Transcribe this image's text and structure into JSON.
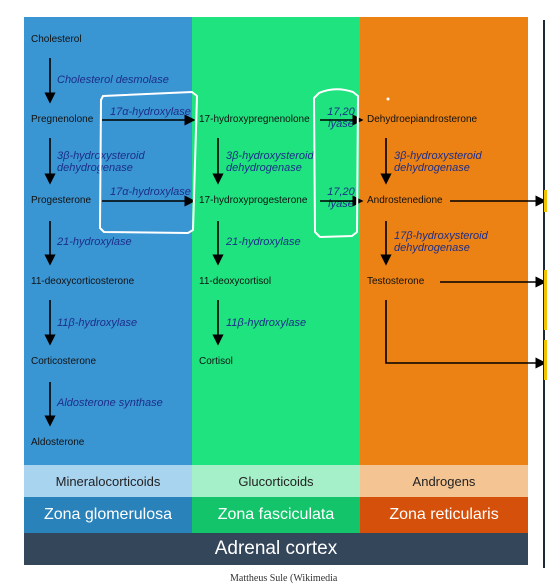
{
  "compounds": {
    "cholesterol": "Cholesterol",
    "pregnenolone": "Pregnenolone",
    "progesterone": "Progesterone",
    "deoxycorticosterone": "11-deoxycorticosterone",
    "corticosterone": "Corticosterone",
    "aldosterone": "Aldosterone",
    "hydroxypregnenolone": "17-hydroxypregnenolone",
    "hydroxyprogesterone": "17-hydroxyprogesterone",
    "deoxycortisol": "11-deoxycortisol",
    "cortisol": "Cortisol",
    "dhea": "Dehydroepiandrosterone",
    "androstenedione": "Androstenedione",
    "testosterone": "Testosterone"
  },
  "enzymes": {
    "desmolase": "Cholesterol desmolase",
    "hydroxylase17a_top": "17α-hydroxylase",
    "hydroxylase17a_bottom": "17α-hydroxylase",
    "hsd3b_1": "3β-hydroxysteroid dehydrogenase",
    "hsd3b_2": "3β-hydroxysteroid dehydrogenase",
    "hsd3b_3": "3β-hydroxysteroid dehydrogenase",
    "hydroxylase21_1": "21-hydroxylase",
    "hydroxylase21_2": "21-hydroxylase",
    "hydroxylase11b_1": "11β-hydroxylase",
    "hydroxylase11b_2": "11β-hydroxylase",
    "aldo_synthase": "Aldosterone synthase",
    "lyase_top": "17,20 lyase",
    "lyase_bottom": "17,20 lyase",
    "hsd17b": "17β-hydroxysteroid dehydrogenase"
  },
  "classes": {
    "mineral": "Mineralocorticoids",
    "gluco": "Glucorticoids",
    "andro": "Androgens"
  },
  "zones": {
    "mineral": "Zona glomerulosa",
    "gluco": "Zona fasciculata",
    "andro": "Zona reticularis"
  },
  "footer": {
    "title": "Adrenal cortex",
    "credit": "Mattheus Sule (Wikimedia"
  },
  "colors": {
    "mineral": "#3a95d3",
    "gluco": "#1ee37e",
    "andro": "#ec8114",
    "enzyme_text": "#1c2e8a",
    "annotation": "#ffffff"
  }
}
